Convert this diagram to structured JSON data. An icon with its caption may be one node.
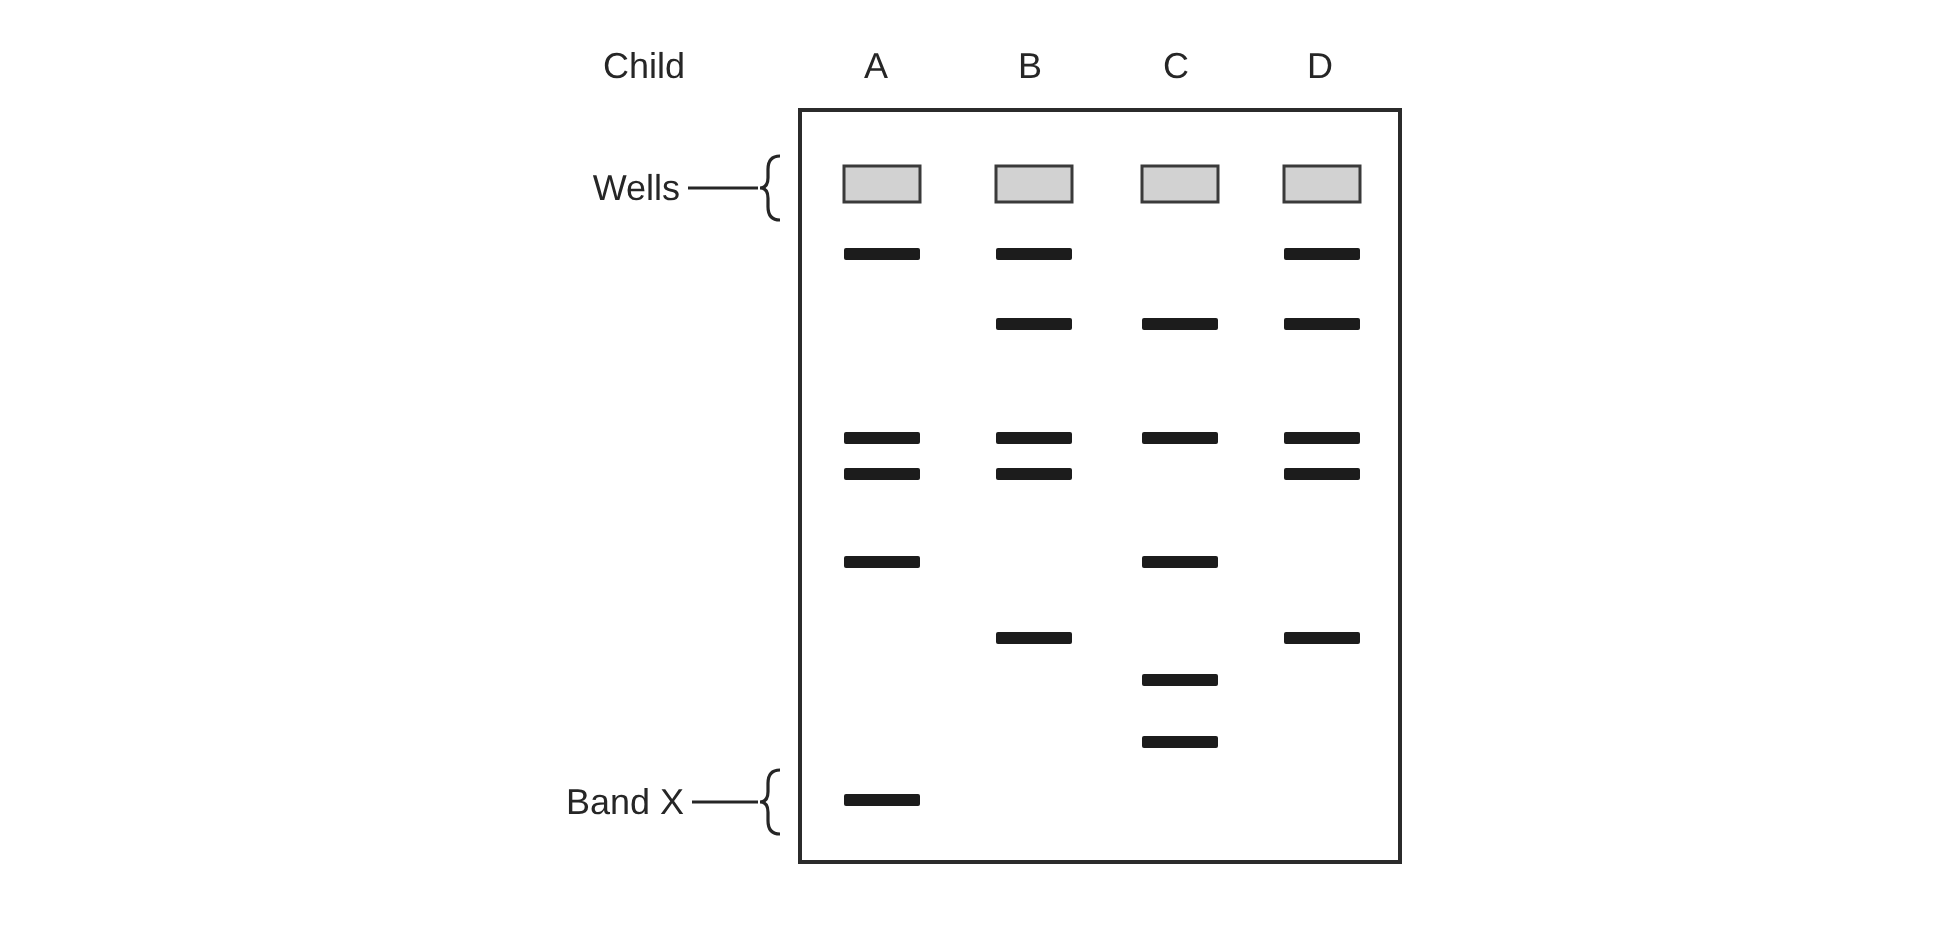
{
  "diagram": {
    "nodes": [
      {
        "text": [
          "Wells"
        ]
      },
      {
        "text": [],
        "shape": "brace"
      },
      {
        "text": [
          "Band X"
        ]
      },
      {
        "text": [],
        "shape": "brace"
      }
    ],
    "edges": [
      {
        "from": 0,
        "to": 1,
        "arrow": "none"
      },
      {
        "from": 2,
        "to": 3,
        "arrow": "none"
      }
    ],
    "labels": [
      "Child",
      "A",
      "B",
      "C",
      "D"
    ]
  }
}
